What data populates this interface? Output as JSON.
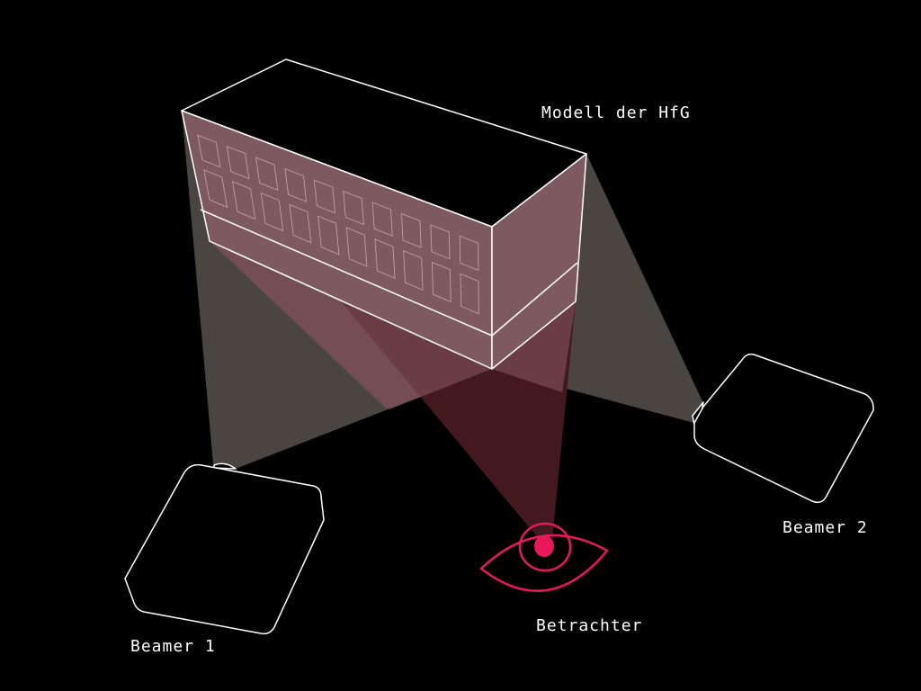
{
  "labels": {
    "model": "Modell der HfG",
    "beamer1": "Beamer 1",
    "beamer2": "Beamer 2",
    "viewer": "Betrachter"
  },
  "colors": {
    "background": "#000000",
    "beam_gray": "#4a4541",
    "projection_rose": "#7f5960",
    "viewer_cone": "#43191f",
    "eye_accent": "#e8185a",
    "outline": "#ffffff"
  }
}
